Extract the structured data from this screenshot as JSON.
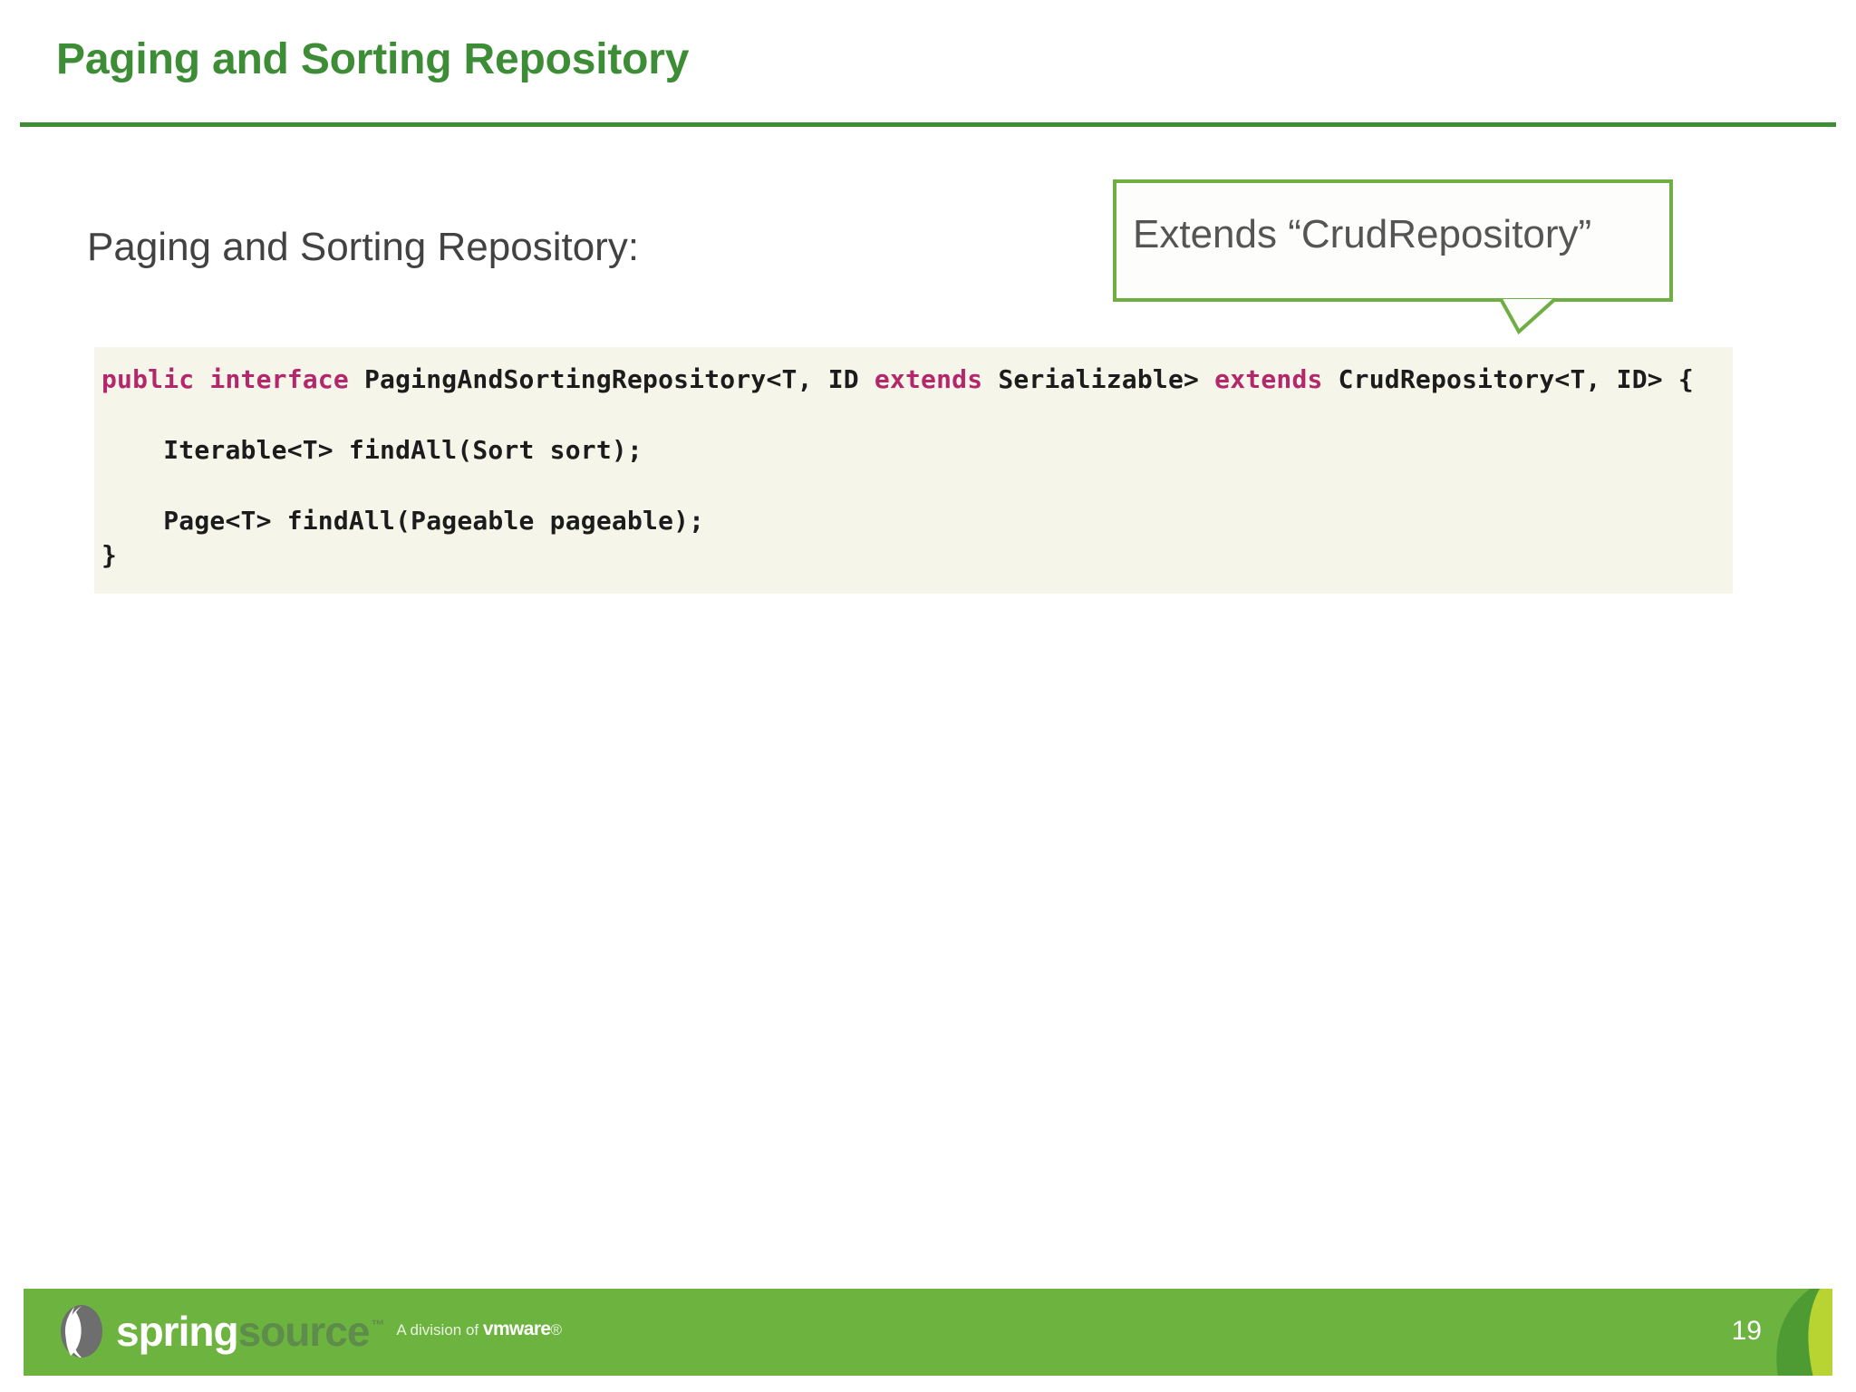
{
  "slide": {
    "title": "Paging and Sorting Repository",
    "page_number": "19",
    "accent_green": "#3D8C36",
    "callout_border_green": "#6FAE43",
    "footer_green": "#6CB33F",
    "code_background": "#F5F5EA",
    "keyword_color": "#B4276B",
    "body_text_color": "#424242"
  },
  "body": {
    "subtitle": "Paging and Sorting Repository:"
  },
  "callout": {
    "text": "Extends “CrudRepository”"
  },
  "code": {
    "line1": {
      "kw1": "public interface",
      "mid1": " PagingAndSortingRepository<T, ID ",
      "kw2": "extends",
      "mid2": " Serializable> ",
      "kw3": "extends",
      "mid3": " CrudRepository<T, ID> {"
    },
    "line2": "    Iterable<T> findAll(Sort sort);",
    "line3": "    Page<T> findAll(Pageable pageable);",
    "line4": "}"
  },
  "footer": {
    "logo_spring": "spring",
    "logo_source": "source",
    "logo_tm": "™",
    "division_prefix": "A division of ",
    "division_brand": "vmware",
    "division_suffix": "®"
  }
}
